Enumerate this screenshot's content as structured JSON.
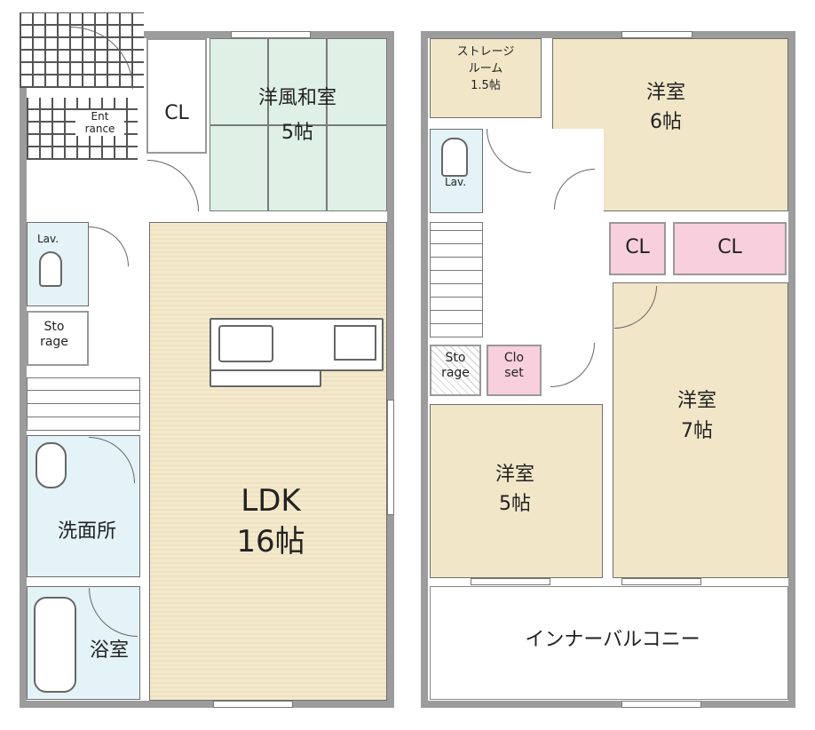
{
  "floor1": {
    "entrance": "Ent\nrance",
    "cl": "CL",
    "washitsu": "洋風和室\n5帖",
    "lav": "Lav.",
    "storage": "Sto\nrage",
    "senmen": "洗面所",
    "yokushitsu": "浴室",
    "ldk": "LDK\n16帖"
  },
  "floor2": {
    "storage_room": "ストレージ\nルーム\n1.5帖",
    "room6": "洋室\n6帖",
    "lav": "Lav.",
    "cl1": "CL",
    "cl2": "CL",
    "storage": "Sto\nrage",
    "closet": "Clo\nset",
    "room5": "洋室\n5帖",
    "room7": "洋室\n7帖",
    "balcony": "インナーバルコニー"
  }
}
